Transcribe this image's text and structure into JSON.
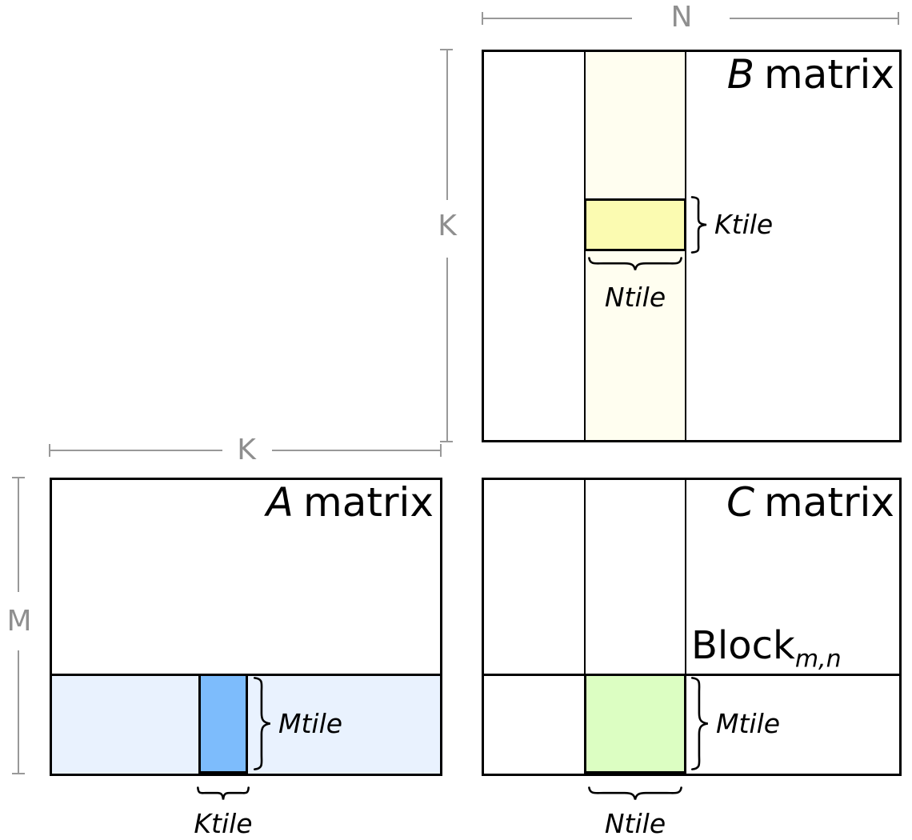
{
  "matrices": {
    "a": {
      "letter": "A",
      "word": "matrix"
    },
    "b": {
      "letter": "B",
      "word": "matrix"
    },
    "c": {
      "letter": "C",
      "word": "matrix"
    }
  },
  "dims": {
    "n": "N",
    "k": "K",
    "m": "M"
  },
  "tiles": {
    "ktile": "Ktile",
    "ntile": "Ntile",
    "mtile": "Mtile"
  },
  "block": {
    "base": "Block",
    "subscript": "m,n"
  },
  "colors": {
    "outline": "#000000",
    "dimension_gray": "#999999",
    "b_strip_fill": "#FFFEF0",
    "b_tile_fill": "#FBFBB1",
    "a_strip_fill": "#E9F2FE",
    "a_tile_fill": "#7DBCFC",
    "c_tile_fill": "#DCFEC2"
  }
}
